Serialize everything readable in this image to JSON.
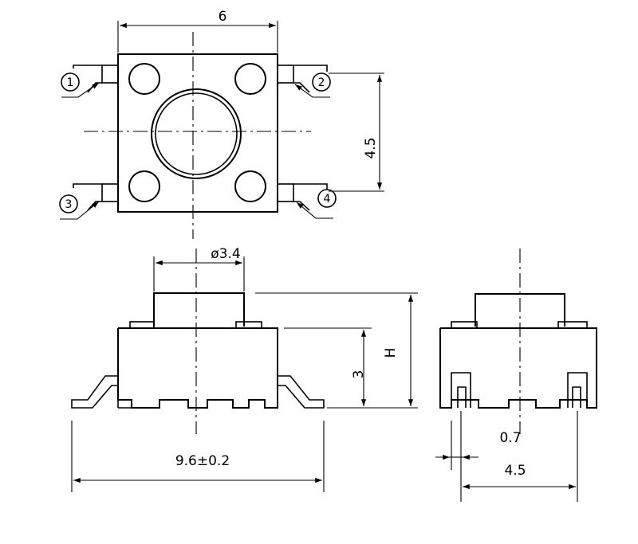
{
  "top_view": {
    "dim_width": "6",
    "dim_pin_pitch": "4.5",
    "pin_labels": [
      "1",
      "2",
      "3",
      "4"
    ]
  },
  "front_view": {
    "dim_actuator_diameter": "ø3.4",
    "dim_height": "H",
    "dim_body_height": "3",
    "dim_overall_length": "9.6±0.2"
  },
  "side_view": {
    "dim_lead_width": "0.7",
    "dim_lead_span": "4.5"
  }
}
